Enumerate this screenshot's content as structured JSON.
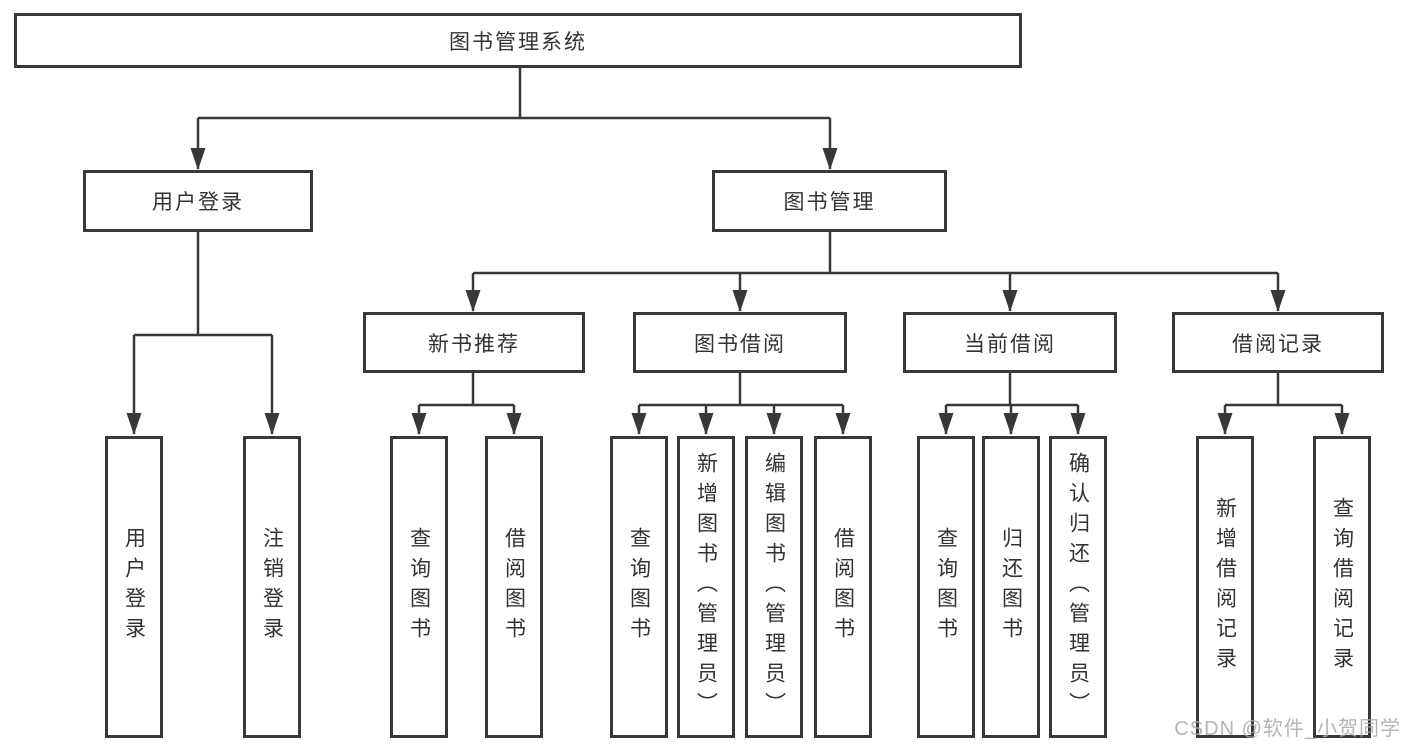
{
  "diagram": {
    "root": {
      "label": "图书管理系统"
    },
    "branches": [
      {
        "label": "用户登录",
        "children": [
          {
            "label": "用户登录"
          },
          {
            "label": "注销登录"
          }
        ]
      },
      {
        "label": "图书管理",
        "children": [
          {
            "label": "新书推荐",
            "children": [
              {
                "label": "查询图书"
              },
              {
                "label": "借阅图书"
              }
            ]
          },
          {
            "label": "图书借阅",
            "children": [
              {
                "label": "查询图书"
              },
              {
                "label": "新增图书（管理员）"
              },
              {
                "label": "编辑图书（管理员）"
              },
              {
                "label": "借阅图书"
              }
            ]
          },
          {
            "label": "当前借阅",
            "children": [
              {
                "label": "查询图书"
              },
              {
                "label": "归还图书"
              },
              {
                "label": "确认归还（管理员）"
              }
            ]
          },
          {
            "label": "借阅记录",
            "children": [
              {
                "label": "新增借阅记录"
              },
              {
                "label": "查询借阅记录"
              }
            ]
          }
        ]
      }
    ],
    "watermark": "CSDN @软件_小贺同学",
    "colors": {
      "line": "#383838",
      "box_border": "#383838",
      "text": "#333333",
      "watermark": "#a8a8a8",
      "background": "#ffffff"
    }
  }
}
